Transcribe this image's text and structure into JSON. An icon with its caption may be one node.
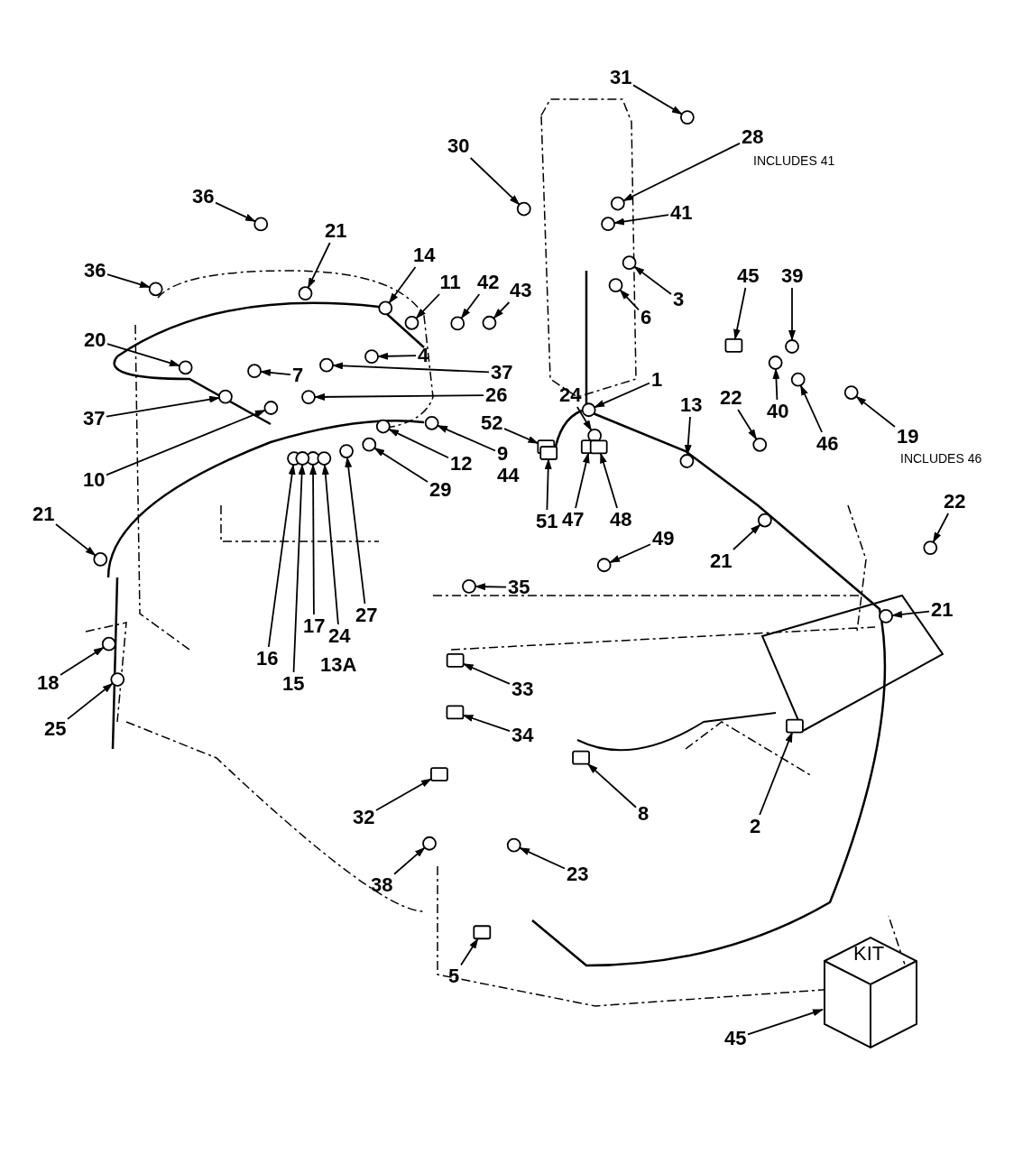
{
  "diagram": {
    "nodes": [
      {
        "text": [
          "31"
        ]
      },
      {
        "text": [
          "28"
        ],
        "beside": [
          "INCLUDES 41"
        ]
      },
      {
        "text": [
          "30"
        ]
      },
      {
        "text": [
          "36"
        ]
      },
      {
        "text": [
          "21"
        ]
      },
      {
        "text": [
          "41"
        ]
      },
      {
        "text": [
          "14"
        ]
      },
      {
        "text": [
          "36"
        ]
      },
      {
        "text": [
          "45"
        ]
      },
      {
        "text": [
          "39"
        ]
      },
      {
        "text": [
          "11"
        ]
      },
      {
        "text": [
          "42"
        ]
      },
      {
        "text": [
          "43"
        ]
      },
      {
        "text": [
          "3"
        ]
      },
      {
        "text": [
          "6"
        ]
      },
      {
        "text": [
          "20"
        ]
      },
      {
        "text": [
          "4"
        ]
      },
      {
        "text": [
          "7"
        ]
      },
      {
        "text": [
          "37"
        ]
      },
      {
        "text": [
          "1"
        ]
      },
      {
        "text": [
          "24"
        ]
      },
      {
        "text": [
          "26"
        ]
      },
      {
        "text": [
          "13"
        ]
      },
      {
        "text": [
          "22"
        ]
      },
      {
        "text": [
          "40"
        ]
      },
      {
        "text": [
          "37"
        ]
      },
      {
        "text": [
          "52"
        ]
      },
      {
        "text": [
          "19"
        ],
        "beside": [
          "INCLUDES 46"
        ]
      },
      {
        "text": [
          "46"
        ]
      },
      {
        "text": [
          "9"
        ]
      },
      {
        "text": [
          "12"
        ]
      },
      {
        "text": [
          "10"
        ]
      },
      {
        "text": [
          "29"
        ]
      },
      {
        "text": [
          "21"
        ]
      },
      {
        "text": [
          "51"
        ]
      },
      {
        "text": [
          "47"
        ]
      },
      {
        "text": [
          "48"
        ]
      },
      {
        "text": [
          "49"
        ]
      },
      {
        "text": [
          "21"
        ]
      },
      {
        "text": [
          "22"
        ]
      },
      {
        "text": [
          "35"
        ]
      },
      {
        "text": [
          "21"
        ]
      },
      {
        "text": [
          "27"
        ]
      },
      {
        "text": [
          "17"
        ]
      },
      {
        "text": [
          "24"
        ]
      },
      {
        "text": [
          "16"
        ]
      },
      {
        "text": [
          "15"
        ]
      },
      {
        "text": [
          "18"
        ]
      },
      {
        "text": [
          "33"
        ]
      },
      {
        "text": [
          "25"
        ]
      },
      {
        "text": [
          "34"
        ]
      },
      {
        "text": [
          "8"
        ]
      },
      {
        "text": [
          "2"
        ]
      },
      {
        "text": [
          "32"
        ]
      },
      {
        "text": [
          "23"
        ]
      },
      {
        "text": [
          "38"
        ]
      },
      {
        "text": [
          "5"
        ]
      },
      {
        "text": [
          "45"
        ]
      },
      {
        "text": [
          "KIT"
        ]
      },
      {
        "text": [],
        "shape": "circle"
      },
      {
        "text": [],
        "shape": "circle"
      },
      {
        "text": [],
        "shape": "circle"
      },
      {
        "text": [],
        "shape": "circle"
      },
      {
        "text": [],
        "shape": "circle"
      },
      {
        "text": [],
        "shape": "circle"
      },
      {
        "text": [],
        "shape": "circle"
      },
      {
        "text": [],
        "shape": "circle"
      },
      {
        "text": [],
        "shape": "box"
      },
      {
        "text": [],
        "shape": "circle"
      },
      {
        "text": [],
        "shape": "circle"
      },
      {
        "text": [],
        "shape": "circle"
      },
      {
        "text": [],
        "shape": "circle"
      },
      {
        "text": [],
        "shape": "circle"
      },
      {
        "text": [],
        "shape": "circle"
      },
      {
        "text": [],
        "shape": "circle"
      },
      {
        "text": [],
        "shape": "circle"
      },
      {
        "text": [],
        "shape": "circle"
      },
      {
        "text": [],
        "shape": "circle"
      },
      {
        "text": [],
        "shape": "circle"
      },
      {
        "text": [],
        "shape": "circle"
      },
      {
        "text": [],
        "shape": "circle"
      },
      {
        "text": [],
        "shape": "circle"
      },
      {
        "text": [],
        "shape": "circle"
      },
      {
        "text": [],
        "shape": "circle"
      },
      {
        "text": [],
        "shape": "circle"
      },
      {
        "text": [],
        "shape": "box"
      },
      {
        "text": [],
        "shape": "circle"
      },
      {
        "text": [],
        "shape": "circle"
      },
      {
        "text": [],
        "shape": "circle"
      },
      {
        "text": [],
        "shape": "circle"
      },
      {
        "text": [],
        "shape": "circle"
      },
      {
        "text": [],
        "shape": "circle"
      },
      {
        "text": [],
        "shape": "circle"
      },
      {
        "text": [],
        "shape": "box"
      },
      {
        "text": [],
        "shape": "box"
      },
      {
        "text": [],
        "shape": "box"
      },
      {
        "text": [],
        "shape": "circle"
      },
      {
        "text": [],
        "shape": "circle"
      },
      {
        "text": [],
        "shape": "circle"
      },
      {
        "text": [],
        "shape": "circle"
      },
      {
        "text": [],
        "shape": "circle"
      },
      {
        "text": [],
        "shape": "circle"
      },
      {
        "text": [],
        "shape": "circle"
      },
      {
        "text": [],
        "shape": "circle"
      },
      {
        "text": [],
        "shape": "circle"
      },
      {
        "text": [],
        "shape": "circle"
      },
      {
        "text": [],
        "shape": "circle"
      },
      {
        "text": [],
        "shape": "box"
      },
      {
        "text": [],
        "shape": "circle"
      },
      {
        "text": [],
        "shape": "box"
      },
      {
        "text": [],
        "shape": "box"
      },
      {
        "text": [],
        "shape": "box"
      },
      {
        "text": [],
        "shape": "box"
      },
      {
        "text": [],
        "shape": "circle"
      },
      {
        "text": [],
        "shape": "circle"
      },
      {
        "text": [],
        "shape": "box"
      }
    ],
    "edges": [
      {
        "from": 0,
        "to": 59,
        "arrow": "to"
      },
      {
        "from": 1,
        "to": 60,
        "arrow": "to"
      },
      {
        "from": 2,
        "to": 61,
        "arrow": "to"
      },
      {
        "from": 3,
        "to": 62,
        "arrow": "to"
      },
      {
        "from": 4,
        "to": 63,
        "arrow": "to"
      },
      {
        "from": 5,
        "to": 64,
        "arrow": "to"
      },
      {
        "from": 6,
        "to": 65,
        "arrow": "to"
      },
      {
        "from": 7,
        "to": 66,
        "arrow": "to"
      },
      {
        "from": 8,
        "to": 67,
        "arrow": "to"
      },
      {
        "from": 9,
        "to": 68,
        "arrow": "to"
      },
      {
        "from": 10,
        "to": 69,
        "arrow": "to"
      },
      {
        "from": 11,
        "to": 70,
        "arrow": "to"
      },
      {
        "from": 12,
        "to": 71,
        "arrow": "to"
      },
      {
        "from": 13,
        "to": 72,
        "arrow": "to"
      },
      {
        "from": 14,
        "to": 73,
        "arrow": "to"
      },
      {
        "from": 15,
        "to": 74,
        "arrow": "to"
      },
      {
        "from": 16,
        "to": 75,
        "arrow": "to"
      },
      {
        "from": 17,
        "to": 76,
        "arrow": "to"
      },
      {
        "from": 18,
        "to": 77,
        "arrow": "to"
      },
      {
        "from": 19,
        "to": 78,
        "arrow": "to"
      },
      {
        "from": 20,
        "to": 79,
        "arrow": "to"
      },
      {
        "from": 21,
        "to": 80,
        "arrow": "to"
      },
      {
        "from": 22,
        "to": 81,
        "arrow": "to"
      },
      {
        "from": 23,
        "to": 82,
        "arrow": "to"
      },
      {
        "from": 24,
        "to": 83,
        "arrow": "to"
      },
      {
        "from": 25,
        "to": 84,
        "arrow": "to"
      },
      {
        "from": 26,
        "to": 85,
        "arrow": "to"
      },
      {
        "from": 27,
        "to": 86,
        "arrow": "to"
      },
      {
        "from": 28,
        "to": 87,
        "arrow": "to"
      },
      {
        "from": 29,
        "to": 88,
        "arrow": "to"
      },
      {
        "from": 30,
        "to": 89,
        "arrow": "to"
      },
      {
        "from": 31,
        "to": 90,
        "arrow": "to"
      },
      {
        "from": 32,
        "to": 91,
        "arrow": "to"
      },
      {
        "from": 33,
        "to": 92,
        "arrow": "to"
      },
      {
        "from": 34,
        "to": 93,
        "arrow": "to"
      },
      {
        "from": 35,
        "to": 94,
        "arrow": "to"
      },
      {
        "from": 36,
        "to": 95,
        "arrow": "to"
      },
      {
        "from": 37,
        "to": 96,
        "arrow": "to"
      },
      {
        "from": 38,
        "to": 97,
        "arrow": "to"
      },
      {
        "from": 39,
        "to": 98,
        "arrow": "to"
      },
      {
        "from": 40,
        "to": 99,
        "arrow": "to"
      },
      {
        "from": 41,
        "to": 100,
        "arrow": "to"
      },
      {
        "from": 42,
        "to": 101,
        "arrow": "to"
      },
      {
        "from": 43,
        "to": 102,
        "arrow": "to"
      },
      {
        "from": 44,
        "to": 103,
        "arrow": "to"
      },
      {
        "from": 45,
        "to": 104,
        "arrow": "to"
      },
      {
        "from": 46,
        "to": 105,
        "arrow": "to"
      },
      {
        "from": 47,
        "to": 106,
        "arrow": "to"
      },
      {
        "from": 48,
        "to": 107,
        "arrow": "to"
      },
      {
        "from": 49,
        "to": 108,
        "arrow": "to"
      },
      {
        "from": 50,
        "to": 109,
        "arrow": "to"
      },
      {
        "from": 51,
        "to": 110,
        "arrow": "to"
      },
      {
        "from": 52,
        "to": 111,
        "arrow": "to"
      },
      {
        "from": 53,
        "to": 112,
        "arrow": "to"
      },
      {
        "from": 54,
        "to": 113,
        "arrow": "to"
      },
      {
        "from": 55,
        "to": 114,
        "arrow": "to"
      },
      {
        "from": 56,
        "to": 115,
        "arrow": "to"
      },
      {
        "from": 57,
        "to": 58,
        "arrow": "to"
      }
    ],
    "labels": [
      "44",
      "13A"
    ]
  }
}
